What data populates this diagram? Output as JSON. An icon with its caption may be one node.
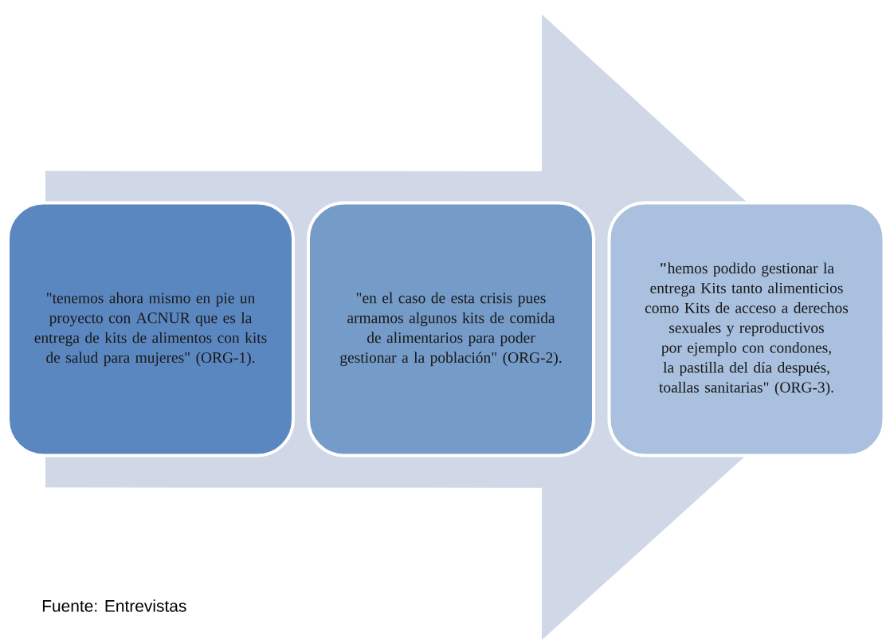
{
  "diagram": {
    "caption": "Fuente: Entrevistas",
    "nodes": [
      {
        "text": [
          "\"tenemos ahora mismo en pie un proyecto con ACNUR que es la entrega de kits de alimentos con kits de salud para mujeres\" (ORG-1)."
        ]
      },
      {
        "text": [
          "\"en el caso de esta crisis pues armamos algunos kits de comida de alimentarios para poder gestionar a la población\" (ORG-2)."
        ]
      },
      {
        "text": [
          "**\"**hemos podido gestionar la entrega Kits tanto alimenticios como Kits de acceso a derechos sexuales y reproductivos por ejemplo con condones, la pastilla del día después, toallas sanitarias\" (ORG-3)."
        ]
      }
    ],
    "edges": [
      {
        "from": 0,
        "to": 2,
        "arrow": "to"
      }
    ]
  }
}
